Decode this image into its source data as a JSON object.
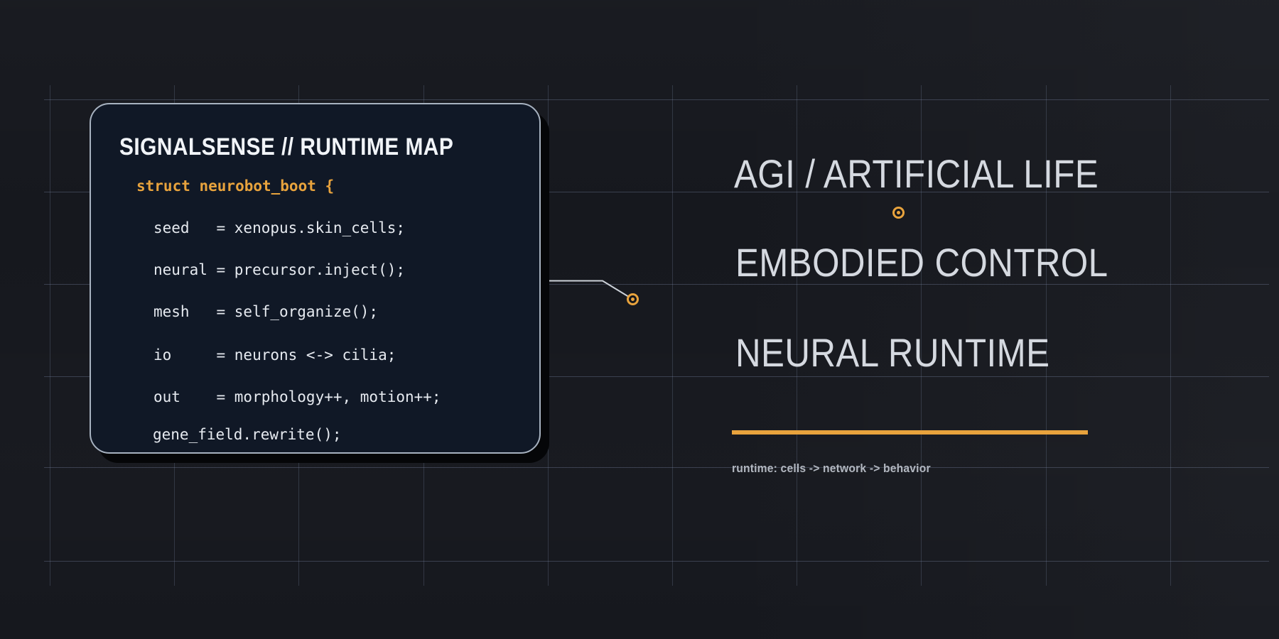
{
  "meta": {
    "background_color": "#16181e",
    "grid_line_color": "#808eac",
    "accent_orange": "#e8a33d",
    "panel_background": "#101826",
    "panel_border_color": "#a7b2c0",
    "headline_color": "#d5d9e0",
    "code_text_color": "#e6eaf0",
    "title_color": "#f1f4f8",
    "caption_color": "#b2b7c0"
  },
  "panel": {
    "title": "SIGNALSENSE // RUNTIME MAP",
    "code": [
      {
        "text": "struct neurobot_boot {"
      },
      {
        "text": "seed   = xenopus.skin_cells;"
      },
      {
        "text": "neural = precursor.inject();"
      },
      {
        "text": "mesh   = self_organize();"
      },
      {
        "text": "io     = neurons <-> cilia;"
      },
      {
        "text": "out    = morphology++, motion++;"
      },
      {
        "text": "gene_field.rewrite();"
      }
    ]
  },
  "headlines": [
    {
      "text": "AGI / ARTIFICIAL LIFE"
    },
    {
      "text": "EMBODIED CONTROL"
    },
    {
      "text": "NEURAL RUNTIME"
    }
  ],
  "caption": "runtime: cells -> network -> behavior",
  "icons": {
    "marker_1": "target-ring-icon",
    "marker_2": "target-ring-icon"
  }
}
